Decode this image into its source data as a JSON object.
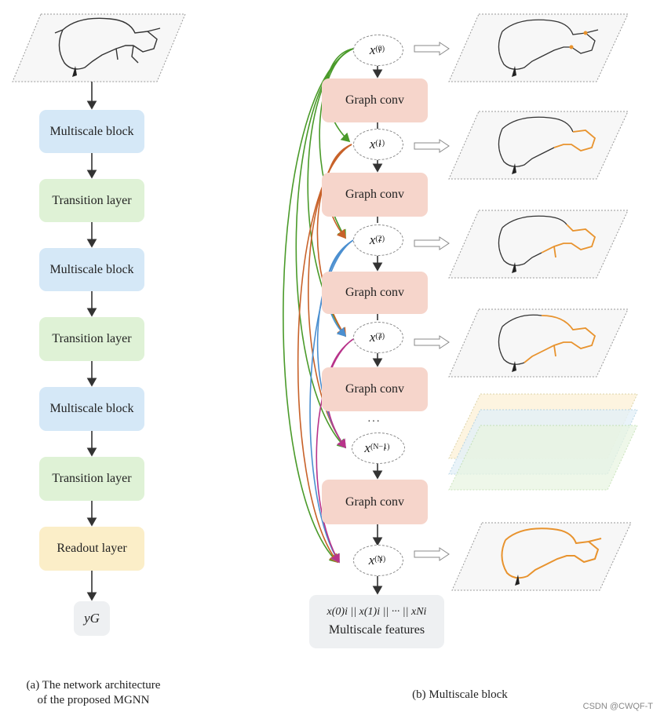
{
  "panel_a": {
    "blocks": [
      {
        "label": "Multiscale block",
        "kind": "multiscale"
      },
      {
        "label": "Transition layer",
        "kind": "transition"
      },
      {
        "label": "Multiscale block",
        "kind": "multiscale"
      },
      {
        "label": "Transition layer",
        "kind": "transition"
      },
      {
        "label": "Multiscale block",
        "kind": "multiscale"
      },
      {
        "label": "Transition layer",
        "kind": "transition"
      },
      {
        "label": "Readout layer",
        "kind": "readout"
      }
    ],
    "output_label": "yG",
    "caption_line1": "(a) The network architecture",
    "caption_line2": "of the proposed MGNN"
  },
  "panel_b": {
    "nodes": [
      {
        "base": "x",
        "sub": "i",
        "sup": "(0)"
      },
      {
        "base": "x",
        "sub": "i",
        "sup": "(1)"
      },
      {
        "base": "x",
        "sub": "i",
        "sup": "(2)"
      },
      {
        "base": "x",
        "sub": "i",
        "sup": "(3)"
      },
      {
        "base": "x",
        "sub": "i",
        "sup": "(N−1)"
      },
      {
        "base": "x",
        "sub": "i",
        "sup": "(N)"
      }
    ],
    "conv_label": "Graph conv",
    "ellipsis": "···",
    "concat_formula": "x(0)i || x(1)i || ··· || xNi",
    "features_label": "Multiscale features",
    "caption": "(b) Multiscale block"
  },
  "colors": {
    "multiscale": "#d5e8f7",
    "transition": "#dff2d6",
    "readout": "#fbeec8",
    "graph_conv": "#f6d5cb",
    "edge_x0": "#4a9a2a",
    "edge_x1": "#c8622a",
    "edge_x2": "#4b8fd0",
    "edge_x3": "#b8338a",
    "highlight": "#e8932e"
  },
  "watermark": "CSDN @CWQF-T"
}
